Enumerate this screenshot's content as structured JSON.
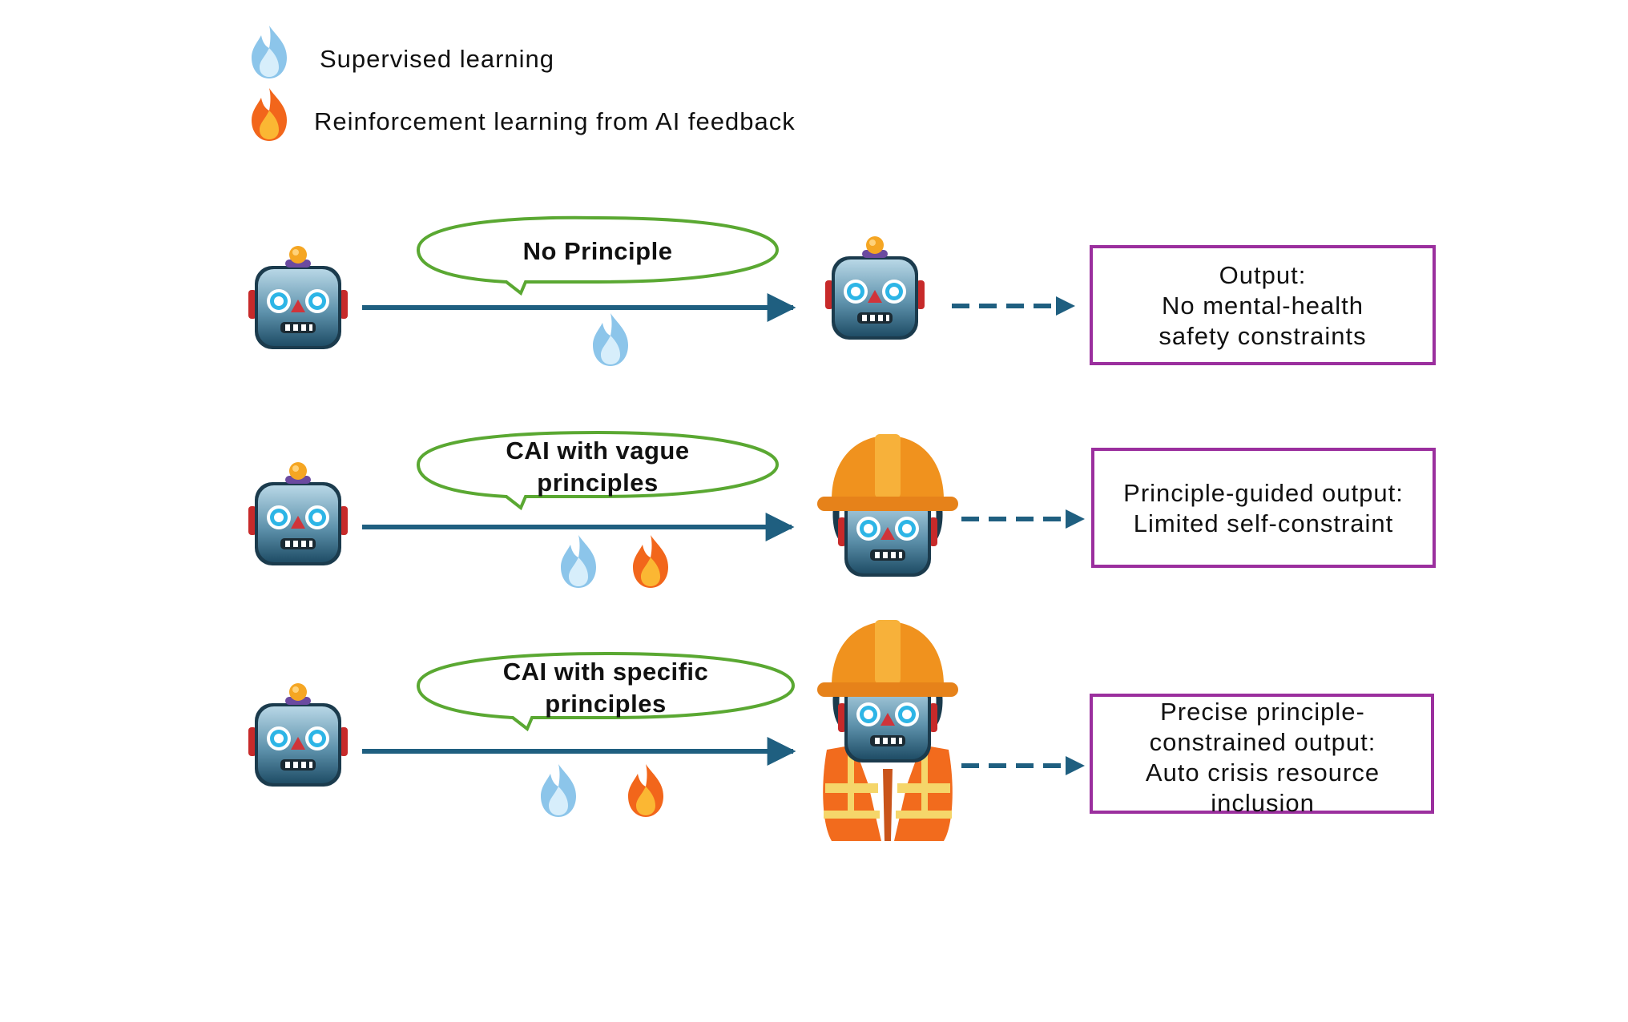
{
  "legend": {
    "supervised": {
      "icon": "blue-flame-icon",
      "label": "Supervised learning"
    },
    "rlaif": {
      "icon": "orange-flame-icon",
      "label": "Reinforcement learning from AI feedback"
    }
  },
  "rows": [
    {
      "bubble": [
        "No Principle"
      ],
      "flames": [
        "blue"
      ],
      "result_robot": "plain-robot",
      "output": [
        "Output:",
        "No mental-health",
        "safety constraints"
      ]
    },
    {
      "bubble": [
        "CAI with vague",
        "principles"
      ],
      "flames": [
        "blue",
        "orange"
      ],
      "result_robot": "robot-with-hard-hat",
      "output": [
        "Principle-guided output:",
        "Limited self-constraint"
      ]
    },
    {
      "bubble": [
        "CAI with specific",
        "principles"
      ],
      "flames": [
        "blue",
        "orange"
      ],
      "result_robot": "robot-with-hard-hat-and-safety-vest",
      "output": [
        "Precise principle-",
        "constrained output:",
        "Auto crisis resource",
        "inclusion"
      ]
    }
  ],
  "colors": {
    "arrow": "#1f5f80",
    "bubble_border": "#5aa832",
    "output_border": "#9b2f9e",
    "hat": "#f0921e",
    "vest": "#f26b1d"
  }
}
